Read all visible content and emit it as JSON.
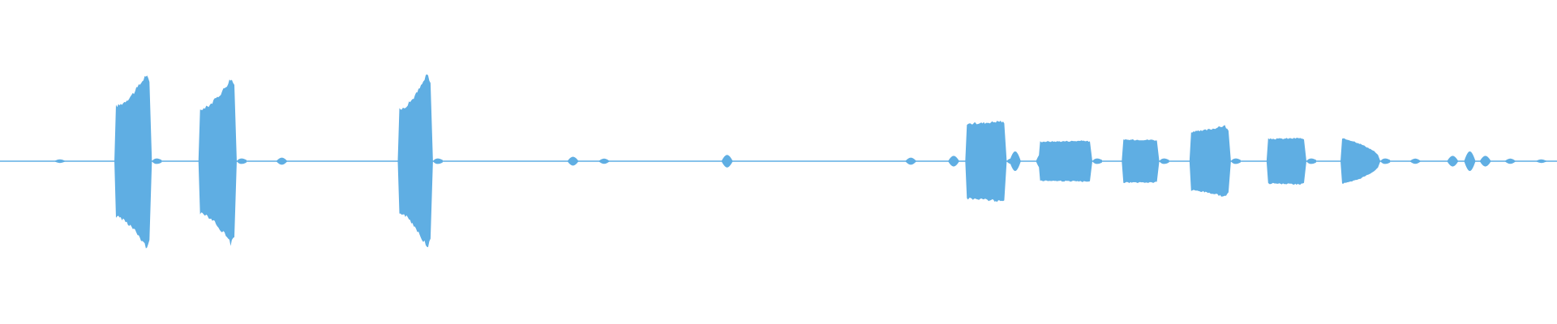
{
  "colors": {
    "background": "#ffffff",
    "waveform": "#5faee3"
  },
  "chart_data": {
    "type": "area",
    "title": "",
    "xlabel": "",
    "ylabel": "",
    "grid": false,
    "x_unit": "normalized-time",
    "y_range": [
      -1,
      1
    ],
    "baseline": 0,
    "segments": [
      {
        "id": "burst-1",
        "start": 0.0745,
        "end": 0.096,
        "amp_start": 0.62,
        "amp_peak": 0.97,
        "amp_end": 0.88
      },
      {
        "id": "burst-2",
        "start": 0.1285,
        "end": 0.1505,
        "amp_start": 0.58,
        "amp_peak": 0.93,
        "amp_end": 0.86
      },
      {
        "id": "burst-3",
        "start": 0.2565,
        "end": 0.2765,
        "amp_start": 0.58,
        "amp_peak": 0.98,
        "amp_end": 0.86
      },
      {
        "id": "burst-4",
        "start": 0.621,
        "end": 0.645,
        "amp_start": 0.42,
        "amp_peak": 0.45,
        "amp_end": 0.43
      },
      {
        "id": "burst-5",
        "start": 0.668,
        "end": 0.7,
        "amp_start": 0.22,
        "amp_peak": 0.23,
        "amp_end": 0.22
      },
      {
        "id": "burst-6",
        "start": 0.7215,
        "end": 0.743,
        "amp_start": 0.24,
        "amp_peak": 0.24,
        "amp_end": 0.23
      },
      {
        "id": "burst-7",
        "start": 0.765,
        "end": 0.789,
        "amp_start": 0.33,
        "amp_peak": 0.4,
        "amp_end": 0.34
      },
      {
        "id": "burst-8",
        "start": 0.8145,
        "end": 0.8375,
        "amp_start": 0.25,
        "amp_peak": 0.26,
        "amp_end": 0.24
      },
      {
        "id": "burst-9",
        "start": 0.862,
        "end": 0.885,
        "amp_start": 0.25,
        "amp_peak": 0.11,
        "amp_end": 0.07
      }
    ],
    "blips": [
      {
        "x": 0.0385,
        "amp": 0.02
      },
      {
        "x": 0.181,
        "amp": 0.04
      },
      {
        "x": 0.368,
        "amp": 0.05
      },
      {
        "x": 0.388,
        "amp": 0.03
      },
      {
        "x": 0.467,
        "amp": 0.07
      },
      {
        "x": 0.585,
        "amp": 0.04
      },
      {
        "x": 0.6125,
        "amp": 0.06
      },
      {
        "x": 0.652,
        "amp": 0.11
      },
      {
        "x": 0.669,
        "amp": 0.09
      },
      {
        "x": 0.909,
        "amp": 0.03
      },
      {
        "x": 0.933,
        "amp": 0.06
      },
      {
        "x": 0.944,
        "amp": 0.11
      },
      {
        "x": 0.954,
        "amp": 0.06
      },
      {
        "x": 0.97,
        "amp": 0.03
      },
      {
        "x": 0.99,
        "amp": 0.02
      }
    ]
  }
}
